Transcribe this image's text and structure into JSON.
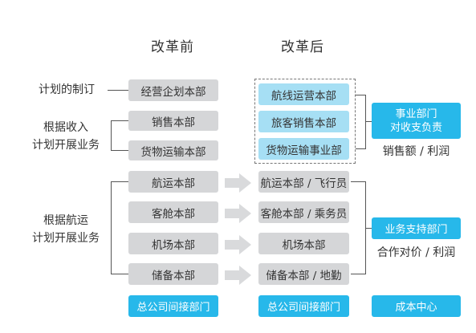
{
  "headers": {
    "before": "改革前",
    "after": "改革后"
  },
  "left_labels": {
    "planning": "计划的制订",
    "revenue_line1": "根据收入",
    "revenue_line2": "计划开展业务",
    "route_line1": "根据航运",
    "route_line2": "计划开展业务"
  },
  "before": [
    "经营企划本部",
    "销售本部",
    "货物运输本部",
    "航运本部",
    "客舱本部",
    "机场本部",
    "储备本部"
  ],
  "after": [
    "航线运营本部",
    "旅客销售本部",
    "货物运输事业部",
    "航运本部 / 飞行员",
    "客舱本部 / 乘务员",
    "机场本部",
    "储备本部 / 地勤"
  ],
  "right": {
    "business_dept_line1": "事业部门",
    "business_dept_line2": "对收支负责",
    "business_note": "销售额 / 利润",
    "support_dept": "业务支持部门",
    "support_note": "合作对价 / 利润",
    "cost_center": "成本中心"
  },
  "bottom": {
    "before_hq": "总公司间接部门",
    "after_hq": "总公司间接部门"
  },
  "colors": {
    "gray_box": "#d5d6d8",
    "light_blue_box": "#a6dff4",
    "blue_box": "#27b8ea",
    "arrow": "#d9dadc"
  }
}
